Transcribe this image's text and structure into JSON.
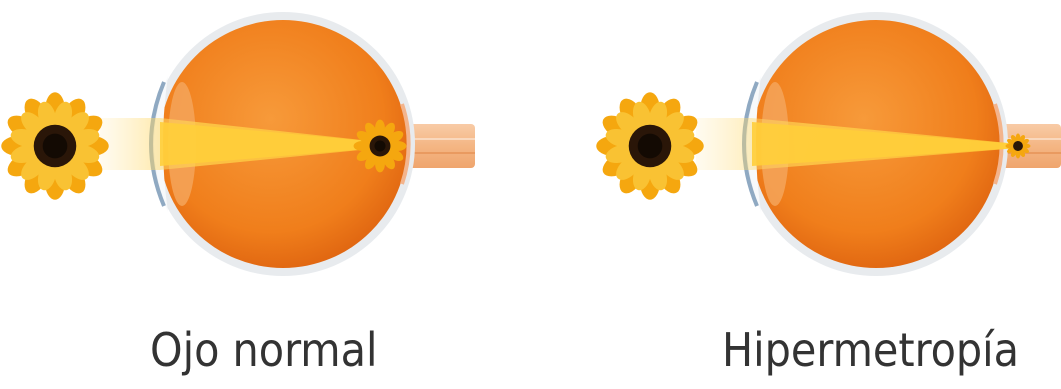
{
  "panels": [
    {
      "id": "normal",
      "caption": "Ojo normal",
      "focus": "on-retina"
    },
    {
      "id": "hyper",
      "caption": "Hipermetropía",
      "focus": "behind-retina"
    }
  ],
  "colors": {
    "eye_orange": "#F07E1B",
    "eye_dark": "#D85A0C",
    "sclera_rim": "#E8EBEE",
    "cornea_blue": "#8FA9C2",
    "light_beam": "#FFC933",
    "optic_nerve": "#F4B684",
    "flower_petal": "#F5A70F",
    "flower_center": "#2A1608",
    "caption_text": "#333333"
  },
  "icons": [
    "sunflower-icon",
    "eyeball-icon",
    "light-beam-icon",
    "optic-nerve-icon"
  ]
}
